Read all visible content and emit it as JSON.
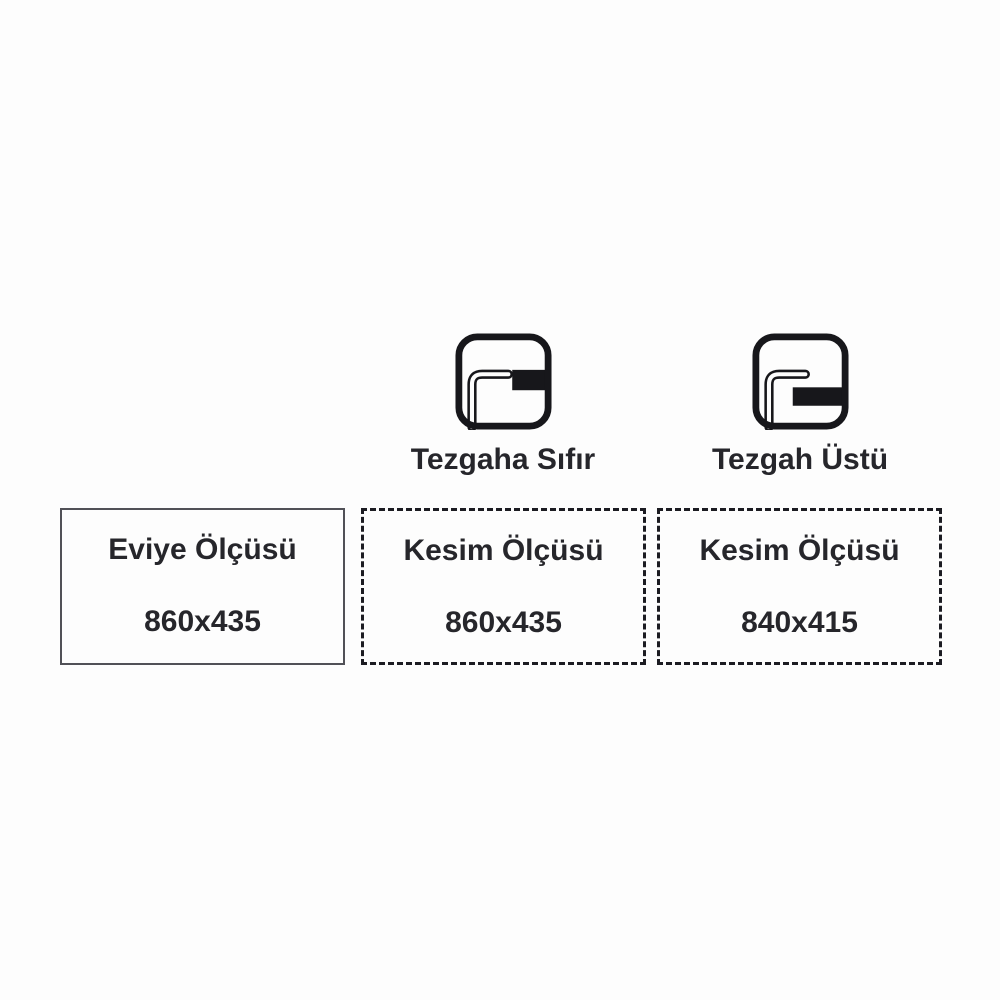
{
  "page": {
    "background": "#fdfdfd",
    "description": "Sink mounting types and cutout dimension spec diagram"
  },
  "colors": {
    "text": "#26262b",
    "icon_stroke": "#17171b",
    "solid_box_border": "#515157",
    "dashed_box_border": "#1c1c22"
  },
  "mount_types": [
    {
      "label": "Tezgaha Sıfır",
      "icon": "flush-mount-icon"
    },
    {
      "label": "Tezgah Üstü",
      "icon": "overmount-icon"
    }
  ],
  "dimension_boxes": [
    {
      "title": "Eviye Ölçüsü",
      "value": "860x435",
      "border": "solid"
    },
    {
      "title": "Kesim Ölçüsü",
      "value": "860x435",
      "border": "dashed"
    },
    {
      "title": "Kesim Ölçüsü",
      "value": "840x415",
      "border": "dashed"
    }
  ]
}
